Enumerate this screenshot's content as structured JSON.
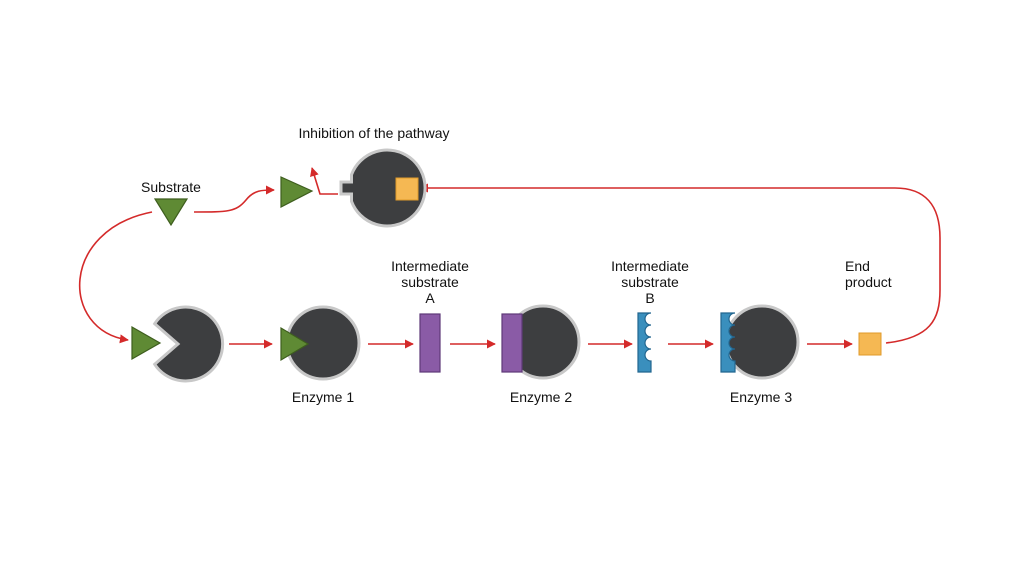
{
  "labels": {
    "inhibition": "Inhibition of the pathway",
    "substrate": "Substrate",
    "intermediate_a": [
      "Intermediate",
      "substrate",
      "A"
    ],
    "intermediate_b": [
      "Intermediate",
      "substrate",
      "B"
    ],
    "end_product": [
      "End",
      "product"
    ],
    "enzyme1": "Enzyme 1",
    "enzyme2": "Enzyme 2",
    "enzyme3": "Enzyme 3"
  },
  "colors": {
    "enzyme_fill": "#3d3e40",
    "enzyme_stroke": "#c8c8c8",
    "substrate": "#5f8a34",
    "substrate_stroke": "#3e5e1e",
    "intermediate_a": "#8a5ba6",
    "intermediate_a_stroke": "#5e3a78",
    "intermediate_b": "#3a8fbd",
    "intermediate_b_stroke": "#22668f",
    "end_product": "#f5b853",
    "end_product_stroke": "#e09a2a",
    "arrow": "#d42a2a"
  }
}
